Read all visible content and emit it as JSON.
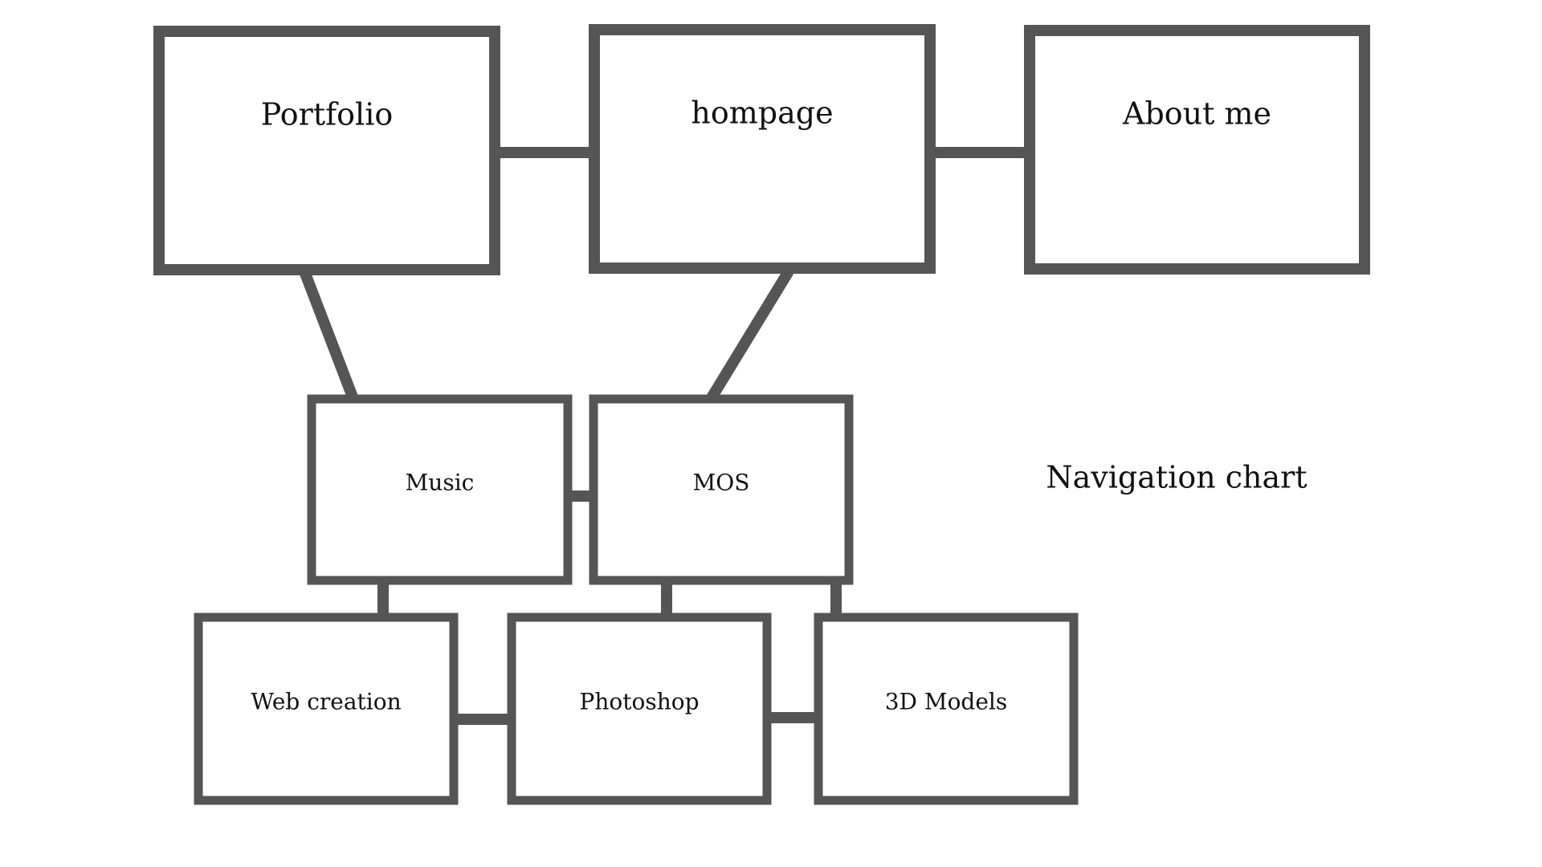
{
  "title": "Navigation chart",
  "colors": {
    "stroke": "#555555",
    "text": "#111111",
    "background": "#ffffff"
  },
  "nodes": [
    {
      "id": "portfolio",
      "label": "Portfolio"
    },
    {
      "id": "hompage",
      "label": "hompage"
    },
    {
      "id": "about-me",
      "label": "About me"
    },
    {
      "id": "music",
      "label": "Music"
    },
    {
      "id": "mos",
      "label": "MOS"
    },
    {
      "id": "web-creation",
      "label": "Web creation"
    },
    {
      "id": "photoshop",
      "label": "Photoshop"
    },
    {
      "id": "3d-models",
      "label": "3D Models"
    }
  ],
  "edges": [
    {
      "from": "portfolio",
      "to": "hompage"
    },
    {
      "from": "hompage",
      "to": "about-me"
    },
    {
      "from": "portfolio",
      "to": "music"
    },
    {
      "from": "hompage",
      "to": "mos"
    },
    {
      "from": "music",
      "to": "mos"
    },
    {
      "from": "music",
      "to": "web-creation"
    },
    {
      "from": "mos",
      "to": "photoshop"
    },
    {
      "from": "mos",
      "to": "3d-models"
    },
    {
      "from": "web-creation",
      "to": "photoshop"
    },
    {
      "from": "photoshop",
      "to": "3d-models"
    }
  ]
}
